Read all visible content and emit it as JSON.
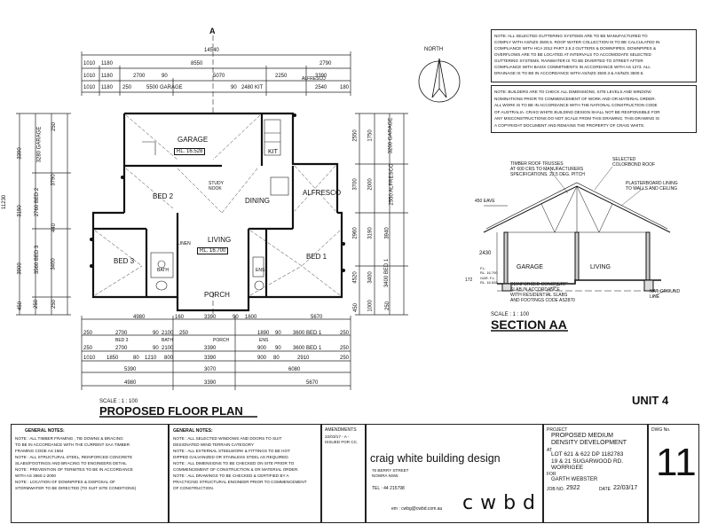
{
  "plan": {
    "top_marker": "A",
    "north_label": "NORTH",
    "rooms": {
      "garage": "GARAGE",
      "garage_rl": "RL. 16.528",
      "kit": "KIT",
      "bed2": "BED 2",
      "study": "STUDY NOOK",
      "dining": "DINING",
      "alfresco": "ALFRESCO",
      "living": "LIVING",
      "living_rl": "RL. 16.700",
      "bed3": "BED 3",
      "bed1": "BED 1",
      "porch": "PORCH",
      "bath": "BATH",
      "ens": "ENS",
      "linen": "LINEN"
    },
    "top_dims": {
      "r1": [
        "14540"
      ],
      "r2": [
        "1010",
        "1180",
        "8550",
        "2790"
      ],
      "r3": [
        "1010",
        "1180",
        "2700",
        "90",
        "5070",
        "2250",
        "3390"
      ],
      "r4": [
        "1010",
        "1180",
        "250",
        "5500 GARAGE",
        "90",
        "2480 KIT",
        "2540",
        "180"
      ],
      "laundry": "ALFRESCO"
    },
    "left_dims": {
      "total": "11230",
      "a": [
        "3390",
        "3150",
        "3900",
        "450"
      ],
      "b": [
        "3280 GARAGE",
        "2760 BED 2",
        "3560 BED 3",
        "250"
      ],
      "c": [
        "250",
        "3790",
        "440",
        "3400",
        "250"
      ]
    },
    "right_dims": {
      "a": [
        "2550",
        "3700",
        "2960",
        "4520",
        "450"
      ],
      "b": [
        "1750",
        "2000",
        "3190",
        "3400",
        "1000"
      ],
      "c": [
        "3200 GARAGE",
        "2550 ALFRESCO",
        "3940",
        "3400 BED 1",
        "250"
      ]
    },
    "bottom_dims": {
      "r1": [
        "4980",
        "160",
        "3390",
        "90",
        "1600",
        "5670"
      ],
      "r2": [
        "250",
        "2700",
        "90",
        "2100",
        "250",
        "1890",
        "90",
        "3600 BED 1",
        "250"
      ],
      "r3": [
        "BED 3",
        "BATH",
        "PORCH",
        "ENS"
      ],
      "r4": [
        "250",
        "2700",
        "90",
        "2100",
        "3390",
        "900",
        "90",
        "3600 BED 1",
        "250"
      ],
      "r5": [
        "1010",
        "1850",
        "80",
        "1210",
        "800",
        "3390",
        "900",
        "80",
        "2910",
        "250"
      ],
      "r6": [
        "5390",
        "3070",
        "6080"
      ],
      "r7": [
        "4980",
        "3390",
        "5670"
      ]
    },
    "scale": "SCALE : 1 : 100",
    "title": "PROPOSED FLOOR PLAN",
    "unit": "UNIT 4"
  },
  "section": {
    "truss_note": "TIMBER ROOF TRUSSES\nAT 600 CRS TO MANUFACTURERS\nSPECIFICATIONS. 22.5 DEG. PITCH",
    "roof_note": "SELECTED\nCOLORBOND ROOF",
    "plaster_note": "PLASTERBOARD LINING\nTO WALLS AND CEILING",
    "eave": "450 EAVE",
    "height": "2430",
    "fl": "F.L.\nRL. 16.700",
    "gar": "GAR. F.L.\nRL. 16.528",
    "dim_small": "172",
    "garage": "GARAGE",
    "living": "LIVING",
    "slab_note": "REINFORCED CONCRETE\nSLAB IN ACCORDANCE\nWITH RESIDENTIAL SLABS\nAND FOOTINGS CODE AS2870",
    "ground": "NAT. GROUND\nLINE",
    "scale": "SCALE : 1 : 100",
    "title": "SECTION AA"
  },
  "notes": {
    "gutter": "NOTE: ALL SELECTED GUTTERING SYSTEMS ARE TO BE MANUFACTURED TO\nCOMPLY WITH AS/NZS 3500.5. ROOF WATER COLLECTION IS TO BE CALCULATED IN\nCOMPLIANCE WITH HCA 2012 PART 3.5.2 GUTTERS & DOWNPIPES. DOWNPIPES &\nOVERFLOWS ARE TO BE LOCATED AT INTERVALS TO ACCOMODATE SELECTED\nGUTTERING SYSTEMS. RAINWATER IS TO BE DIVERTED TO STREET AFTER\nCOMPLIANCE WITH BASIX COMMITMENTS IN ACCORDANCE WITH AS 1273. ALL\nDRAINAGE IS TO BE IN ACCORDANCE WITH AS/NZS 3500.3 & AS/NZS 3500.5.",
    "builder": "NOTE: BUILDERS ARE TO CHECK ALL DIMENSIONS, SITE LEVELS AND WINDOW\nNOMINATIONS PRIOR TO COMMENCEMENT OF WORK AND OR MATERIAL ORDER.\nALL WORK IS TO BE IN ACCORDANCE WITH THE NATIONAL CONSTRUCTION CODE\nOF AUSTRALIA. CRAIG WHITE BUILDING DESIGN SHALL NOT BE RESPONSIBLE FOR\nANY MISCONSTRUCTIONS DO NOT SCALE FROM THIS DRAWING. THIS DRAWING IS\nA COPYRIGHT DOCUMENT AND REMAINS THE PROPERTY OF CRAIG WHITE."
  },
  "title_block": {
    "general_notes_title": "GENERAL NOTES:",
    "general_notes": "NOTE : ALL TIMBER FRAMING , TIE DOWNS & BRACING\nTO BE IN ACCORDANCE WITH THE CURRENT SAA TIMBER\nFRAMING CODE AS 1684\nNOTE : ALL STRUCTURAL STEEL, REINFORCED CONCRETE\nSLABS/FOOTINGS AND BRACING TO ENGINEERS DETAIL\nNOTE : PREVENTION OF TERMITES TO BE IN ACCORDANCE\nWITH AS 3660.1-2000\nNOTE : LOCATION OF DOWNPIPES & DISPOSAL OF\nSTORMWATER TO BE DIRECTED (TO SUIT SITE CONDITIONS)",
    "general_notes2_title": "GENERAL NOTES:",
    "general_notes2": "NOTE : ALL SELECTED WINDOWS AND DOORS TO SUIT\nDESIGNATED WIND TERRAIN CATEGORY\nNOTE : ALL EXTERNAL STEELWORK & FITTINGS TO BE HOT\nDIPPED GALVANIZED OR STAINLESS STEEL AS REQUIRED.\nNOTE : ALL DIMENSIONS TO BE CHECKED ON SITE PRIOR TO\nCOMMENCEMENT OF CONSTRUCTION & OR MATERIAL ORDER.\nNOTE : ALL DRAWINGS TO BE CHECKED & CERTIFIED BY A\nPRACTICING STRUCTURAL ENGINEER PRIOR TO COMMENCEMENT\nOF CONSTRUCTION.",
    "amendments_title": "AMENDMENTS",
    "amendment": "22/03/17 - A -\nISSUED FOR CC.",
    "firm_name": "craig white building design",
    "firm_address": "76 BERRY STREET\nNOWRA  NSW.",
    "firm_tel": "TEL : 44 215798",
    "firm_email": "em : cwbg@cwbd.com.au",
    "firm_logo": "cwbd",
    "project_label": "PROJECT",
    "project": "PROPOSED MEDIUM\nDENSITY DEVELOPMENT",
    "at_label": "AT",
    "address": "LOT 621 & 622 DP 1182783\n19 & 21 SUGARWOOD RD.\nWORRIGEE",
    "for_label": "FOR",
    "client": "GARTH WEBSTER",
    "job_label": "JOB NO.",
    "job_no": "2922",
    "date_label": "DATE",
    "date": "22/03/17",
    "dwg_label": "DWG No.",
    "dwg_no": "11"
  }
}
